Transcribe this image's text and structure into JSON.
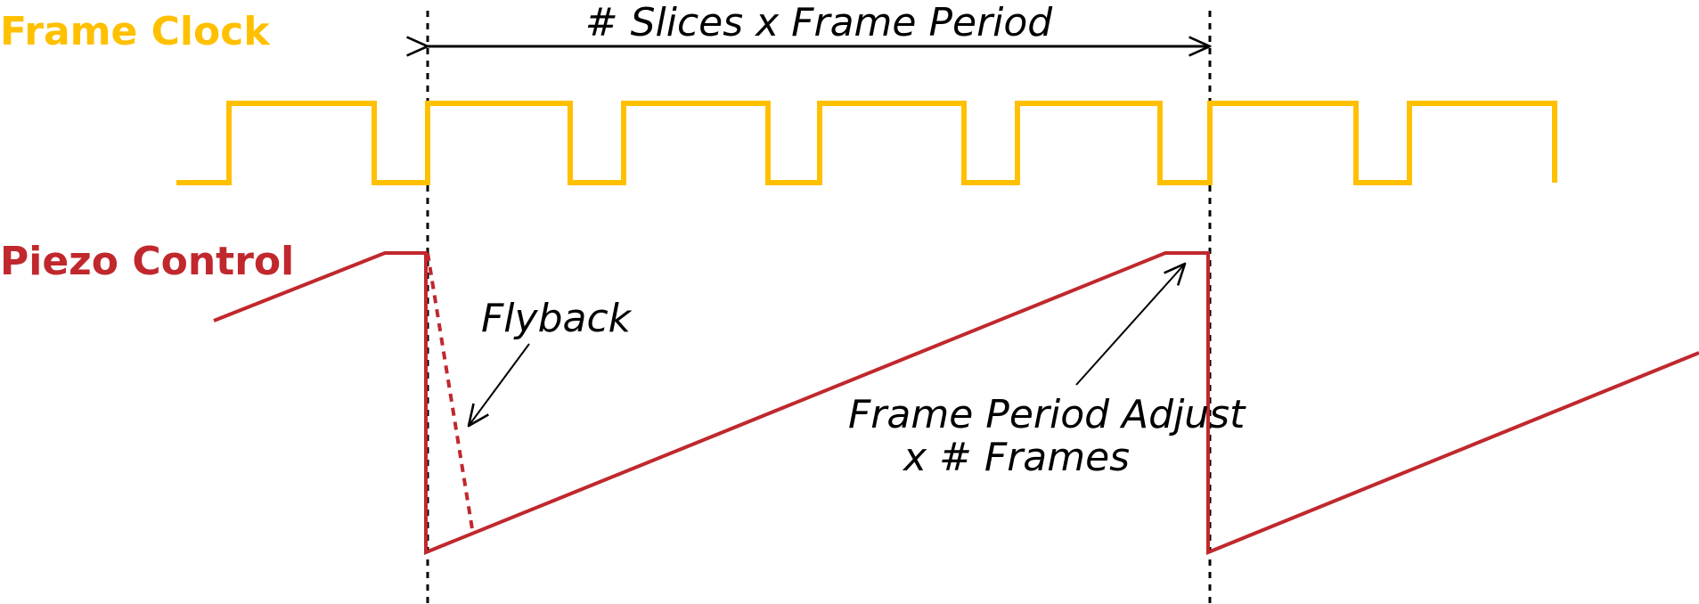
{
  "colors": {
    "frame_clock": "#FFC000",
    "piezo": "#C0282D",
    "guide": "#000000"
  },
  "labels": {
    "frame_clock": "Frame Clock",
    "piezo_control": "Piezo Control"
  },
  "annotations": {
    "slices_period": "# Slices x Frame Period",
    "flyback": "Flyback",
    "adjust_line1": "Frame Period Adjust",
    "adjust_line2": "x # Frames"
  }
}
